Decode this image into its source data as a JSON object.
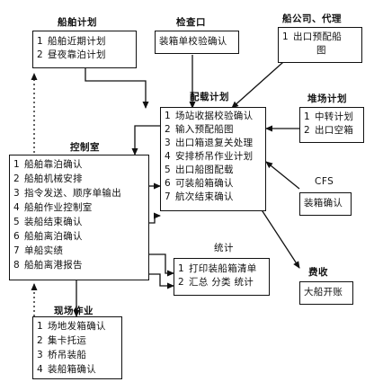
{
  "groups": {
    "ship_plan": {
      "title": "船舶计划",
      "items": [
        {
          "n": "1",
          "text": "船舶近期计划"
        },
        {
          "n": "2",
          "text": "昼夜靠泊计划"
        }
      ]
    },
    "checkpoint": {
      "title": "检查口",
      "items": [
        {
          "n": "",
          "text": "装箱单校验确认"
        }
      ]
    },
    "shipping_agent": {
      "title": "船公司、代理",
      "items": [
        {
          "n": "1",
          "text": "出口预配船"
        },
        {
          "n": "",
          "text": "图"
        }
      ]
    },
    "stowage_plan": {
      "title": "配载计划",
      "items": [
        {
          "n": "1",
          "text": "场站收据校验确认"
        },
        {
          "n": "2",
          "text": "输入预配船图"
        },
        {
          "n": "3",
          "text": "出口箱退复关处理"
        },
        {
          "n": "4",
          "text": "安排桥吊作业计划"
        },
        {
          "n": "5",
          "text": "出口船图配载"
        },
        {
          "n": "6",
          "text": "可装船箱确认"
        },
        {
          "n": "7",
          "text": "航次结束确认"
        }
      ]
    },
    "yard_plan": {
      "title": "堆场计划",
      "items": [
        {
          "n": "1",
          "text": "中转计划"
        },
        {
          "n": "2",
          "text": "出口空箱"
        }
      ]
    },
    "cfs": {
      "title": "CFS",
      "items": [
        {
          "n": "",
          "text": "装箱确认"
        }
      ]
    },
    "control_room": {
      "title": "控制室",
      "items": [
        {
          "n": "1",
          "text": "船舶靠泊确认"
        },
        {
          "n": "2",
          "text": "船舶机械安排"
        },
        {
          "n": "3",
          "text": "指令发送、顺序单输出"
        },
        {
          "n": "4",
          "text": "船舶作业控制室"
        },
        {
          "n": "5",
          "text": "装船结束确认"
        },
        {
          "n": "6",
          "text": "船舶离泊确认"
        },
        {
          "n": "7",
          "text": "单船实绩"
        },
        {
          "n": "8",
          "text": "船舶离港报告"
        }
      ]
    },
    "statistics": {
      "title": "统计",
      "items": [
        {
          "n": "1",
          "text": "打印装船箱清单"
        },
        {
          "n": "2",
          "text": "汇总  分类  统计"
        }
      ]
    },
    "fees": {
      "title": "费收",
      "items": [
        {
          "n": "",
          "text": "大船开账"
        }
      ]
    },
    "site_operation": {
      "title": "现场作业",
      "items": [
        {
          "n": "1",
          "text": "场地发箱确认"
        },
        {
          "n": "2",
          "text": "集卡托运"
        },
        {
          "n": "3",
          "text": "桥吊装船"
        },
        {
          "n": "4",
          "text": "装船箱确认"
        }
      ]
    }
  }
}
